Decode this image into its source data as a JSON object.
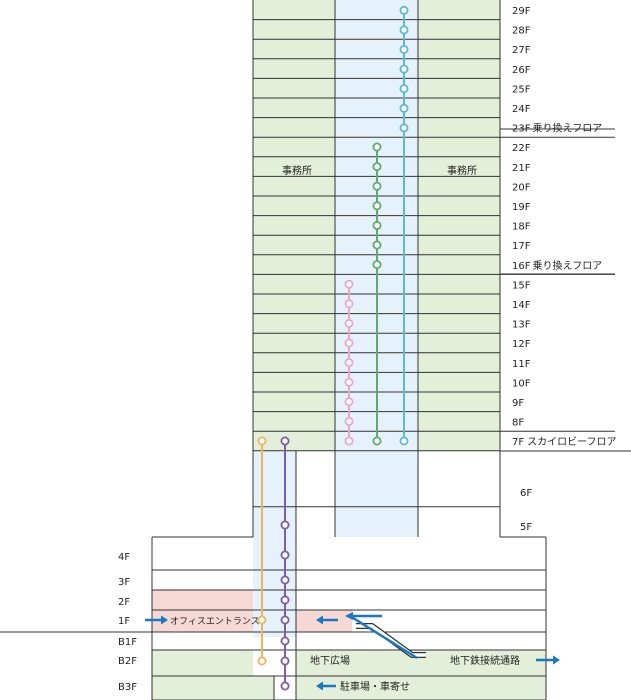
{
  "colors": {
    "tower_bg": "#e3efd9",
    "shaft_bg": "#e6f2fb",
    "line": "#333333",
    "entrance_pink": "#f6d9d4",
    "arrow_blue": "#1a78c2",
    "high_elevator": "#5bb8db",
    "mid_elevator": "#5fab6d",
    "low_elevator": "#e9a8c8",
    "shuttle_orange": "#f0b55c",
    "shuttle_purple": "#7d5ca8"
  },
  "tower_floors": [
    "29F",
    "28F",
    "27F",
    "26F",
    "25F",
    "24F",
    "23F",
    "22F",
    "21F",
    "20F",
    "19F",
    "18F",
    "17F",
    "16F",
    "15F",
    "14F",
    "13F",
    "12F",
    "11F",
    "10F",
    "9F",
    "8F"
  ],
  "transfer_suffix": "乗り換えフロア",
  "skylobby": {
    "floor": "7F",
    "suffix": "スカイロビーフロア"
  },
  "podium_right_floors": [
    "6F",
    "5F"
  ],
  "office_label": "事務所",
  "base_floors": [
    "4F",
    "3F",
    "2F",
    "1F",
    "B1F",
    "B2F",
    "B3F"
  ],
  "labels": {
    "office_entrance": "オフィスエントランス",
    "underground_plaza": "地下広場",
    "subway_connection": "地下鉄接続通路",
    "parking": "駐車場・車寄せ"
  }
}
